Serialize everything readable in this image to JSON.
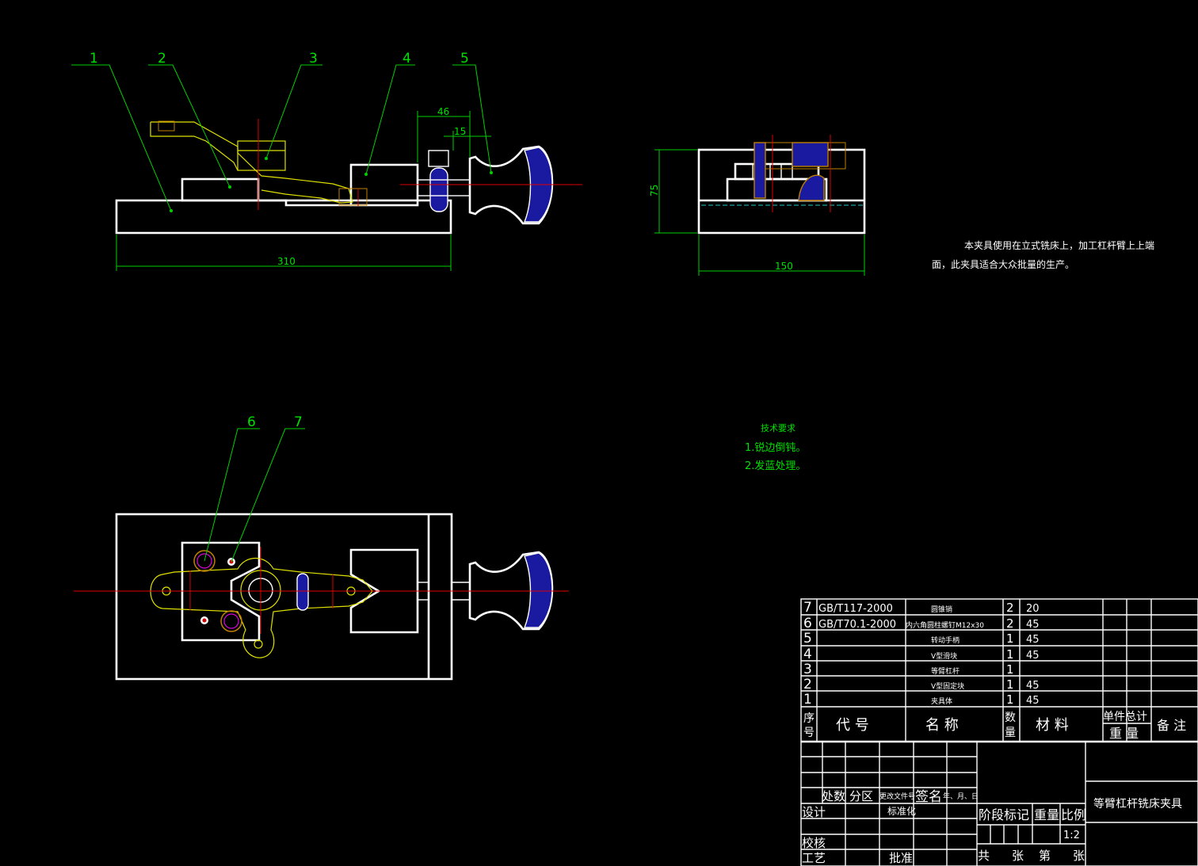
{
  "balloons": [
    "1",
    "2",
    "3",
    "4",
    "5",
    "6",
    "7"
  ],
  "dims": {
    "d46": "46",
    "d15": "15",
    "d310": "310",
    "d75": "75",
    "d150": "150"
  },
  "note": {
    "line1": "本夹具使用在立式铣床上，加工杠杆臂上上端",
    "line2": "面，此夹具适合大众批量的生产。"
  },
  "tech": {
    "title": "技术要求",
    "item1": "1.锐边倒钝。",
    "item2": "2.发蓝处理。"
  },
  "bom": {
    "rows": [
      {
        "no": "7",
        "code": "GB/T117-2000",
        "name": "圆锥销",
        "qty": "2",
        "mat": "20"
      },
      {
        "no": "6",
        "code": "GB/T70.1-2000",
        "name": "内六角圆柱螺钉M12x30",
        "qty": "2",
        "mat": "45"
      },
      {
        "no": "5",
        "code": "",
        "name": "转动手柄",
        "qty": "1",
        "mat": "45"
      },
      {
        "no": "4",
        "code": "",
        "name": "V型滑块",
        "qty": "1",
        "mat": "45"
      },
      {
        "no": "3",
        "code": "",
        "name": "等臂杠杆",
        "qty": "1",
        "mat": ""
      },
      {
        "no": "2",
        "code": "",
        "name": "V型固定块",
        "qty": "1",
        "mat": "45"
      },
      {
        "no": "1",
        "code": "",
        "name": "夹具体",
        "qty": "1",
        "mat": "45"
      }
    ],
    "header": {
      "no": "序号",
      "code": "代 号",
      "name": "名 称",
      "qty": "数量",
      "mat": "材 料",
      "single_total": "单件总计",
      "weight": "重 量",
      "remark": "备 注"
    }
  },
  "title_block": {
    "chu": "处数",
    "fenqu": "分区",
    "genggai": "更改文件号",
    "qianming": "签名",
    "nianyueri": "年、月、日",
    "sheji": "设计",
    "biaozhunhua": "标准化",
    "jieduan": "阶段标记",
    "zhongliang": "重量",
    "bili": "比例",
    "jiaohe": "校核",
    "gongyi": "工艺",
    "pizhun": "批准",
    "scale": "1:2",
    "gong": "共",
    "zhang1": "张",
    "di": "第",
    "zhang2": "张",
    "drawing_name": "等臂杠杆铣床夹具"
  }
}
